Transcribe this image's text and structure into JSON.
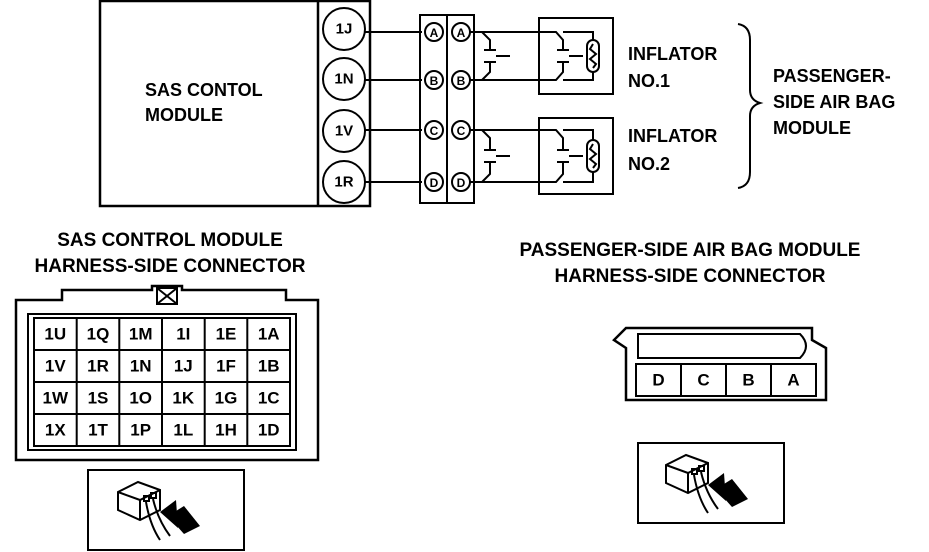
{
  "module": {
    "line1": "SAS CONTOL",
    "line2": "MODULE"
  },
  "module_pins": [
    "1J",
    "1N",
    "1V",
    "1R"
  ],
  "connector_pins": [
    "A",
    "B",
    "C",
    "D"
  ],
  "inflator1": {
    "line1": "INFLATOR",
    "line2": "NO.1"
  },
  "inflator2": {
    "line1": "INFLATOR",
    "line2": "NO.2"
  },
  "airbag_module": {
    "line1": "PASSENGER-",
    "line2": "SIDE AIR BAG",
    "line3": "MODULE"
  },
  "sas_connector": {
    "title1": "SAS CONTROL MODULE",
    "title2": "HARNESS-SIDE CONNECTOR",
    "rows": [
      [
        "1U",
        "1Q",
        "1M",
        "1I",
        "1E",
        "1A"
      ],
      [
        "1V",
        "1R",
        "1N",
        "1J",
        "1F",
        "1B"
      ],
      [
        "1W",
        "1S",
        "1O",
        "1K",
        "1G",
        "1C"
      ],
      [
        "1X",
        "1T",
        "1P",
        "1L",
        "1H",
        "1D"
      ]
    ]
  },
  "airbag_connector": {
    "title1": "PASSENGER-SIDE AIR BAG MODULE",
    "title2": "HARNESS-SIDE CONNECTOR",
    "cells": [
      "D",
      "C",
      "B",
      "A"
    ]
  },
  "icons": {
    "probe_left": "harness-probe-icon",
    "probe_right": "harness-probe-icon"
  }
}
